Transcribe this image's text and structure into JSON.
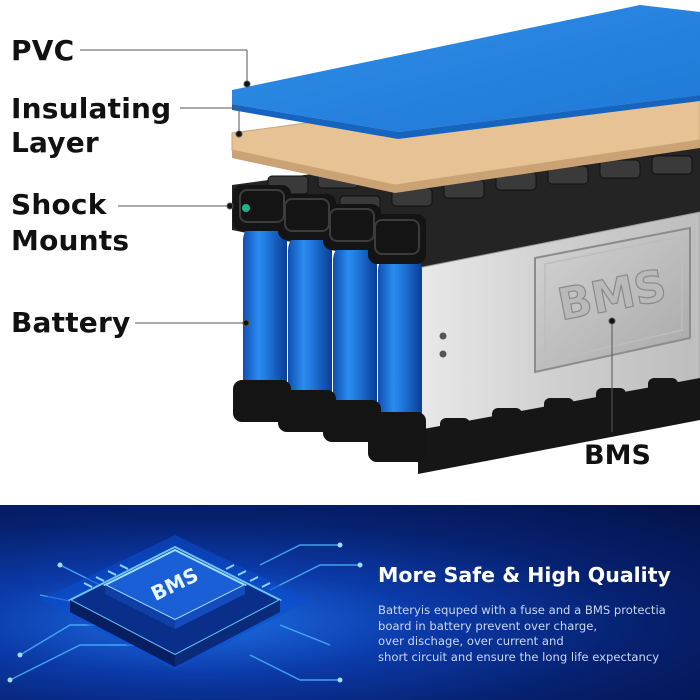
{
  "callouts": {
    "pvc": "PVC",
    "insulating_layer": [
      "Insulating",
      "Layer"
    ],
    "shock_mounts": [
      "Shock",
      "Mounts"
    ],
    "battery": "Battery",
    "bms": "BMS"
  },
  "bms_plate_text": "BMS",
  "chip_text": "BMS",
  "promo": {
    "title": "More Safe & High Quality",
    "body_lines": [
      "Batteryis equped with a fuse and a BMS protectia",
      "board in battery prevent over charge,",
      "over dischage, over current and",
      "short circuit and ensure the long life expectancy"
    ]
  },
  "colors": {
    "pvc_blue": "#2f8ce6",
    "insulating_tan": "#e6c294",
    "cell_blue": "#1e78dc",
    "holder_black": "#151515",
    "background_blue": "#062170"
  }
}
